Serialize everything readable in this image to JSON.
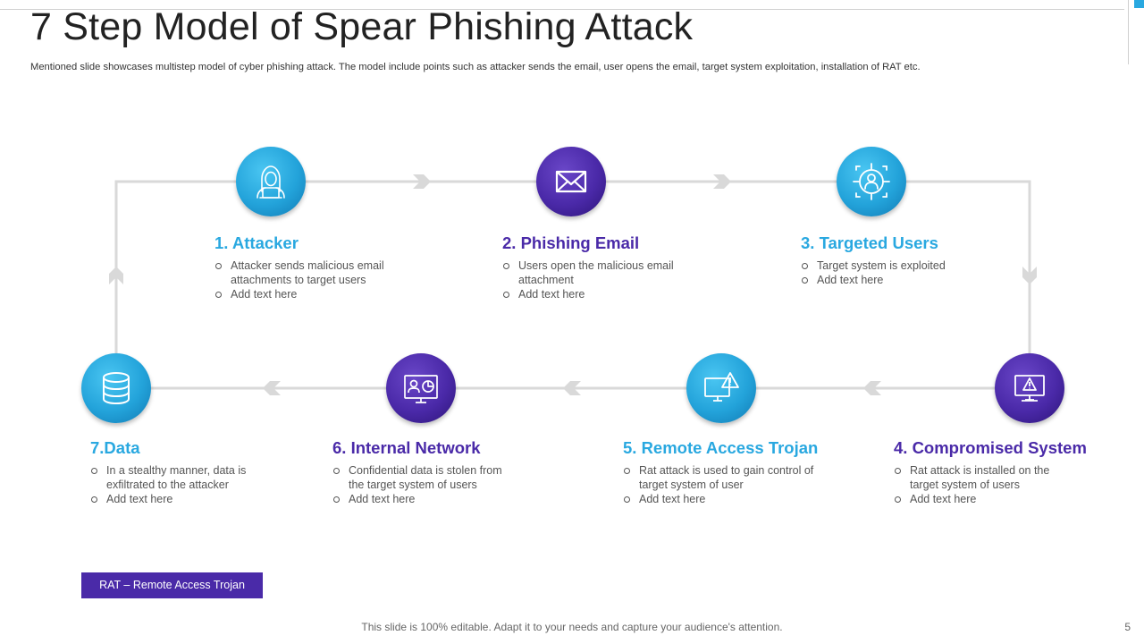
{
  "slide": {
    "title": "7 Step Model of Spear Phishing Attack",
    "subtitle": "Mentioned slide showcases multistep model of cyber phishing attack. The model include points such as attacker sends the email, user opens the email, target system exploitation, installation of RAT etc.",
    "footer": "This slide is 100% editable. Adapt it to your needs and capture your audience's attention.",
    "page_number": "5",
    "note_box": "RAT – Remote Access Trojan"
  },
  "colors": {
    "blue": "#29a8e0",
    "purple": "#4a2aa8",
    "connector": "#d9d9d9"
  },
  "steps": [
    {
      "title": "1. Attacker",
      "icon": "hooded-hacker-icon",
      "color": "blue",
      "bullets": [
        "Attacker sends malicious email attachments to target users",
        "Add text here"
      ]
    },
    {
      "title": "2. Phishing Email",
      "icon": "envelope-icon",
      "color": "purple",
      "bullets": [
        "Users open the malicious email attachment",
        "Add text here"
      ]
    },
    {
      "title": "3. Targeted Users",
      "icon": "target-user-icon",
      "color": "blue",
      "bullets": [
        "Target  system is exploited",
        "Add text here"
      ]
    },
    {
      "title": "4. Compromised System",
      "icon": "monitor-warning-icon",
      "color": "purple",
      "bullets": [
        "Rat attack is installed on the target system of users",
        "Add text here"
      ]
    },
    {
      "title": "5. Remote Access Trojan",
      "icon": "monitor-alert-icon",
      "color": "blue",
      "bullets": [
        "Rat attack is used to gain control of target system of user",
        "Add text here"
      ]
    },
    {
      "title": "6. Internal Network",
      "icon": "monitor-user-chart-icon",
      "color": "purple",
      "bullets": [
        "Confidential  data is stolen from the target system of users",
        "Add text here"
      ]
    },
    {
      "title": "7.Data",
      "icon": "database-icon",
      "color": "blue",
      "bullets": [
        "In a stealthy manner, data is exfiltrated to the attacker",
        "Add text here"
      ]
    }
  ]
}
